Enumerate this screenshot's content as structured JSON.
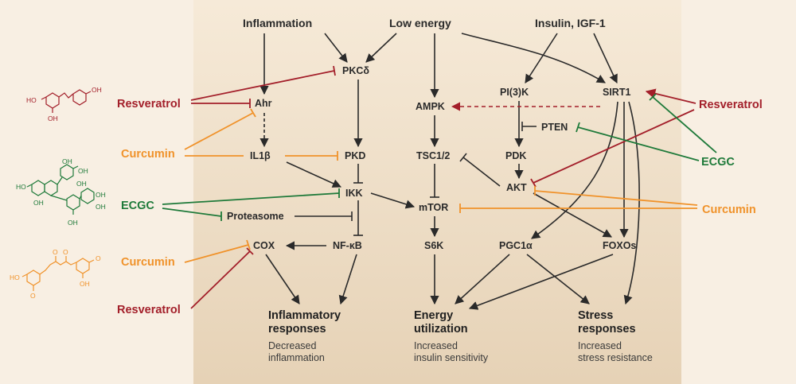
{
  "colors": {
    "resveratrol": "#a31f2a",
    "curcumin": "#f0922a",
    "ecgc": "#1f7a3a",
    "ink": "#2a2a2a",
    "panel": "#eddcc4",
    "background": "#f7ede0"
  },
  "inputs": {
    "inflammation": "Inflammation",
    "low_energy": "Low energy",
    "insulin": "Insulin, IGF-1"
  },
  "nodes": {
    "pkcd": "PKCδ",
    "ahr": "Ahr",
    "il1b": "IL1β",
    "pkd": "PKD",
    "ikk": "IKK",
    "proteasome": "Proteasome",
    "cox": "COX",
    "nfkb": "NF-κB",
    "ampk": "AMPK",
    "tsc": "TSC1/2",
    "mtor": "mTOR",
    "s6k": "S6K",
    "pi3k": "PI(3)K",
    "pten": "PTEN",
    "pdk": "PDK",
    "akt": "AKT",
    "sirt1": "SIRT1",
    "pgc1a": "PGC1α",
    "foxos": "FOXOs"
  },
  "compounds": {
    "left_resveratrol_1": "Resveratrol",
    "left_curcumin_1": "Curcumin",
    "left_ecgc": "ECGC",
    "left_curcumin_2": "Curcumin",
    "left_resveratrol_2": "Resveratrol",
    "right_resveratrol": "Resveratrol",
    "right_ecgc": "ECGC",
    "right_curcumin": "Curcumin"
  },
  "outcomes": {
    "inflammatory_title": "Inflammatory",
    "inflammatory_title2": "responses",
    "inflammatory_sub": "Decreased",
    "inflammatory_sub2": "inflammation",
    "energy_title": "Energy",
    "energy_title2": "utilization",
    "energy_sub": "Increased",
    "energy_sub2": "insulin sensitivity",
    "stress_title": "Stress",
    "stress_title2": "responses",
    "stress_sub": "Increased",
    "stress_sub2": "stress resistance"
  },
  "structure_labels": {
    "oh": "OH",
    "ho": "HO",
    "o": "O"
  }
}
